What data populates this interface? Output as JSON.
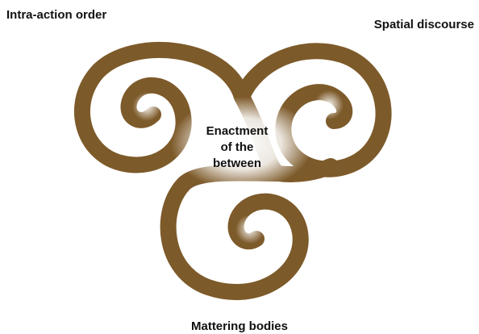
{
  "labels": {
    "top_left": "Intra-action order",
    "top_right": "Spatial discourse",
    "bottom": "Mattering bodies",
    "center_lines": [
      "Enactment",
      "of the",
      "between"
    ]
  },
  "colors": {
    "spiral": "#7d5a2a",
    "center_glow": "#ffffff",
    "text": "#111111",
    "background": "#ffffff"
  }
}
